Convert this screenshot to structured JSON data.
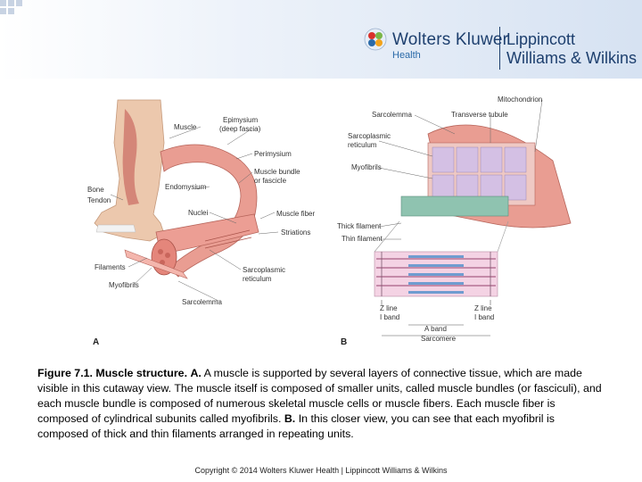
{
  "header": {
    "logo_wk": "Wolters Kluwer",
    "logo_health": "Health",
    "logo_lww_line1": "Lippincott",
    "logo_lww_line2": "Williams & Wilkins"
  },
  "figure": {
    "panel_a": "A",
    "panel_b": "B",
    "labels_a": {
      "muscle": "Muscle",
      "epimysium": "Epimysium",
      "deep_fascia": "(deep fascia)",
      "perimysium": "Perimysium",
      "muscle_bundle": "Muscle bundle",
      "or_fascicle": "or fascicle",
      "endomysium": "Endomysium",
      "bone": "Bone",
      "tendon": "Tendon",
      "nuclei": "Nuclei",
      "muscle_fiber": "Muscle fiber",
      "striations": "Striations",
      "filaments": "Filaments",
      "myofibrils": "Myofibrils",
      "sarcoplasmic": "Sarcoplasmic",
      "reticulum": "reticulum",
      "sarcolemma": "Sarcolemma"
    },
    "labels_b": {
      "mitochondrion": "Mitochondrion",
      "sarcolemma": "Sarcolemma",
      "transverse_tubule": "Transverse tubule",
      "sarcoplasmic": "Sarcoplasmic",
      "reticulum": "reticulum",
      "myofibrils": "Myofibrils",
      "thick_filament": "Thick filament",
      "thin_filament": "Thin filament",
      "z_line_left": "Z line",
      "i_band_left": "I band",
      "z_line_right": "Z line",
      "i_band_right": "I band",
      "a_band": "A band",
      "sarcomere": "Sarcomere"
    }
  },
  "caption": {
    "title": "Figure 7.1. Muscle structure.",
    "a_label": "A.",
    "a_text": "A muscle is supported by several layers of connective tissue, which are made visible in this cutaway view. The muscle itself is composed of smaller units, called muscle bundles (or fasciculi), and each muscle bundle is composed of numerous skeletal muscle cells or muscle fibers. Each muscle fiber is composed of cylindrical subunits called myofibrils.",
    "b_label": "B.",
    "b_text": "In this closer view, you can see that each myofibril is composed of thick and thin filaments arranged in repeating units."
  },
  "footer": {
    "copyright": "Copyright © 2014 Wolters Kluwer Health | Lippincott Williams & Wilkins"
  }
}
